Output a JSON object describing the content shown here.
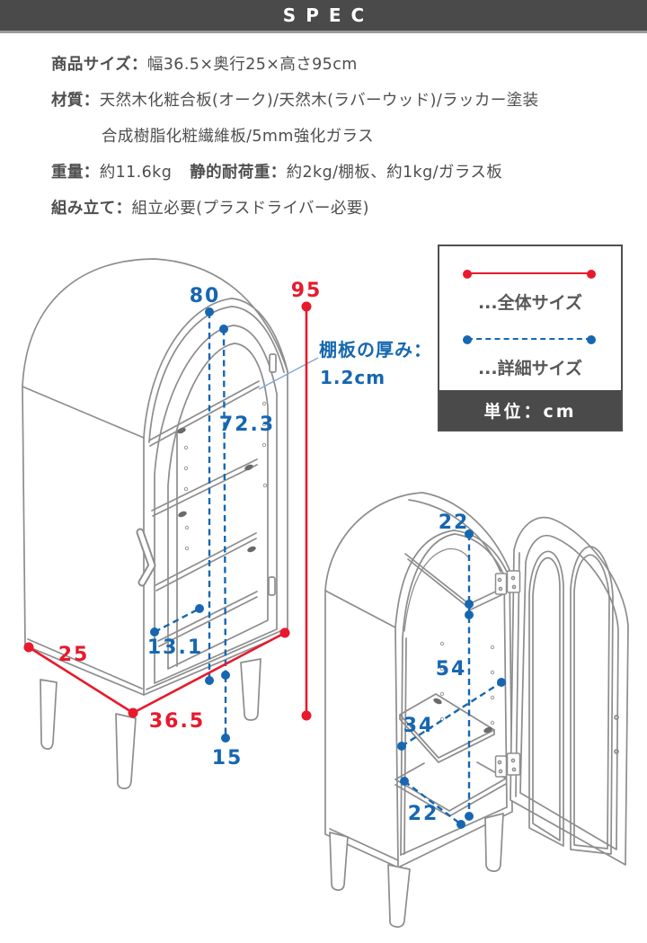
{
  "header": {
    "title": "SPEC"
  },
  "spec": {
    "size_label": "商品サイズ：",
    "size_value": "幅36.5×奥行25×高さ95cm",
    "material_label": "材質：",
    "material_value": "天然木化粧合板(オーク)/天然木(ラバーウッド)/ラッカー塗装",
    "material_value_line2": "合成樹脂化粧繊維板/5mm強化ガラス",
    "weight_label": "重量：",
    "weight_value": "約11.6kg",
    "load_label": "静的耐荷重：",
    "load_value": "約2kg/棚板、約1kg/ガラス板",
    "assembly_label": "組み立て：",
    "assembly_value": "組立必要(プラスドライバー必要)"
  },
  "legend": {
    "overall_label": "...全体サイズ",
    "detail_label": "...詳細サイズ",
    "unit_label": "単位：cm"
  },
  "callout": {
    "line1": "棚板の厚み：",
    "line2": "1.2cm"
  },
  "measurements": {
    "closed_view": {
      "total_height": "95",
      "body_height": "80",
      "door_height": "72.3",
      "depth": "25",
      "width": "36.5",
      "bottom_inner_depth": "13.1",
      "leg_height": "15"
    },
    "open_view": {
      "top_inner_height": "22",
      "lower_inner_height": "54",
      "shelf_width": "34",
      "inner_depth": "22"
    }
  },
  "colors": {
    "accent_red": "#e8192c",
    "accent_blue": "#1667b1",
    "line_gray": "#8d8d8d",
    "header_bg": "#4a4a4a",
    "text_gray": "#4e4e4e"
  }
}
